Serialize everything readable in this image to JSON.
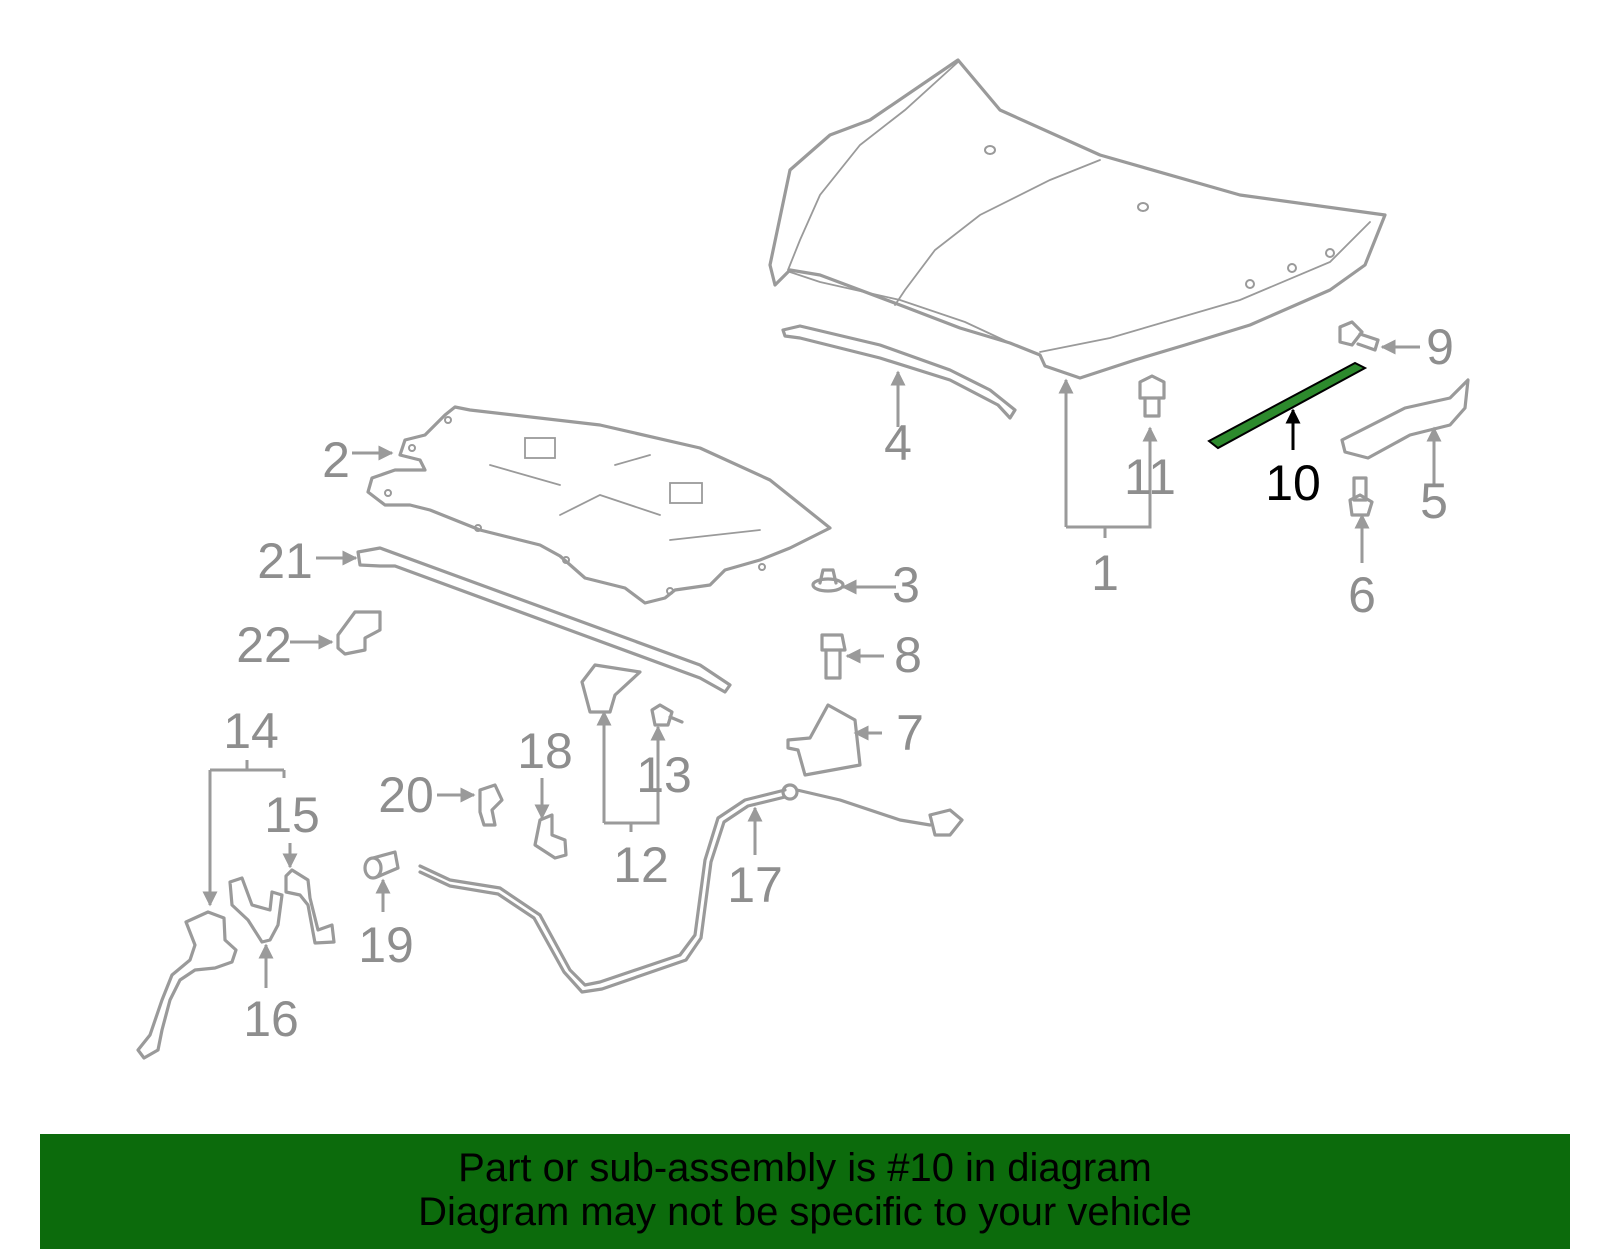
{
  "diagram": {
    "highlight_color": "#2d8a2d",
    "highlighted_part": "10",
    "labels": {
      "p1": "1",
      "p2": "2",
      "p3": "3",
      "p4": "4",
      "p5": "5",
      "p6": "6",
      "p7": "7",
      "p8": "8",
      "p9": "9",
      "p10": "10",
      "p11": "11",
      "p12": "12",
      "p13": "13",
      "p14": "14",
      "p15": "15",
      "p16": "16",
      "p17": "17",
      "p18": "18",
      "p19": "19",
      "p20": "20",
      "p21": "21",
      "p22": "22"
    }
  },
  "banner": {
    "line1": "Part or sub-assembly is #10 in diagram",
    "line2": "Diagram may not be specific to your vehicle",
    "background": "#0c6b0c"
  }
}
